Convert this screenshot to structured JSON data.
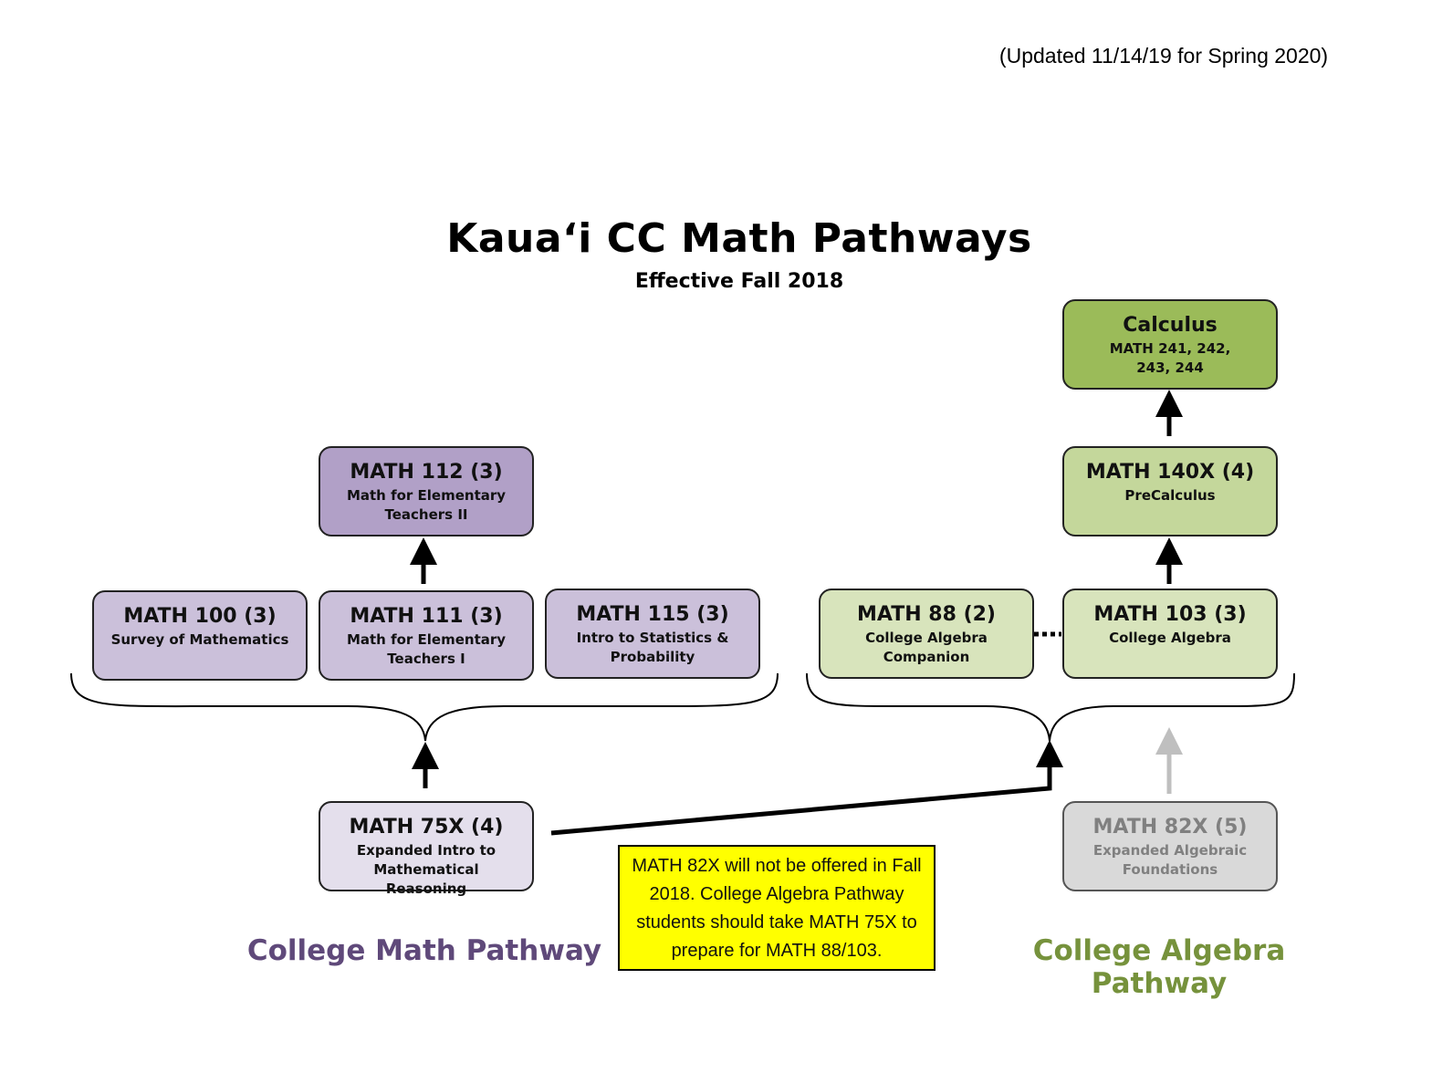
{
  "updated_note": "(Updated 11/14/19 for Spring 2020)",
  "title": "Kaua‘i CC Math Pathways",
  "subtitle": "Effective Fall 2018",
  "college_math_pathway": {
    "label": "College Math Pathway",
    "color": "#5f497a",
    "courses": {
      "math112": {
        "code": "MATH 112 (3)",
        "desc": "Math for Elementary Teachers II"
      },
      "math100": {
        "code": "MATH 100 (3)",
        "desc": "Survey of Mathematics"
      },
      "math111": {
        "code": "MATH 111 (3)",
        "desc": "Math for Elementary Teachers I"
      },
      "math115": {
        "code": "MATH 115 (3)",
        "desc": "Intro to Statistics & Probability"
      },
      "math75x": {
        "code": "MATH 75X (4)",
        "desc": "Expanded Intro to Mathematical Reasoning"
      }
    }
  },
  "college_algebra_pathway": {
    "label": "College Algebra Pathway",
    "color": "#76923c",
    "courses": {
      "calculus": {
        "code": "Calculus",
        "desc": "MATH 241, 242, 243, 244"
      },
      "math140x": {
        "code": "MATH 140X (4)",
        "desc": "PreCalculus"
      },
      "math88": {
        "code": "MATH 88 (2)",
        "desc": "College Algebra Companion"
      },
      "math103": {
        "code": "MATH 103 (3)",
        "desc": "College Algebra"
      },
      "math82x": {
        "code": "MATH 82X (5)",
        "desc": "Expanded Algebraic Foundations"
      }
    }
  },
  "note": "MATH 82X will not be offered in Fall 2018. College Algebra Pathway students should take MATH 75X to prepare for MATH 88/103.",
  "colors": {
    "lavender_dark": "#b1a0c7",
    "lavender": "#cbc0da",
    "lavender_light": "#e4dfec",
    "green_dark": "#9bbb59",
    "green": "#c4d79b",
    "green_light": "#d8e4bc",
    "grey": "#d9d9d9",
    "note_yellow": "#ffff00"
  }
}
